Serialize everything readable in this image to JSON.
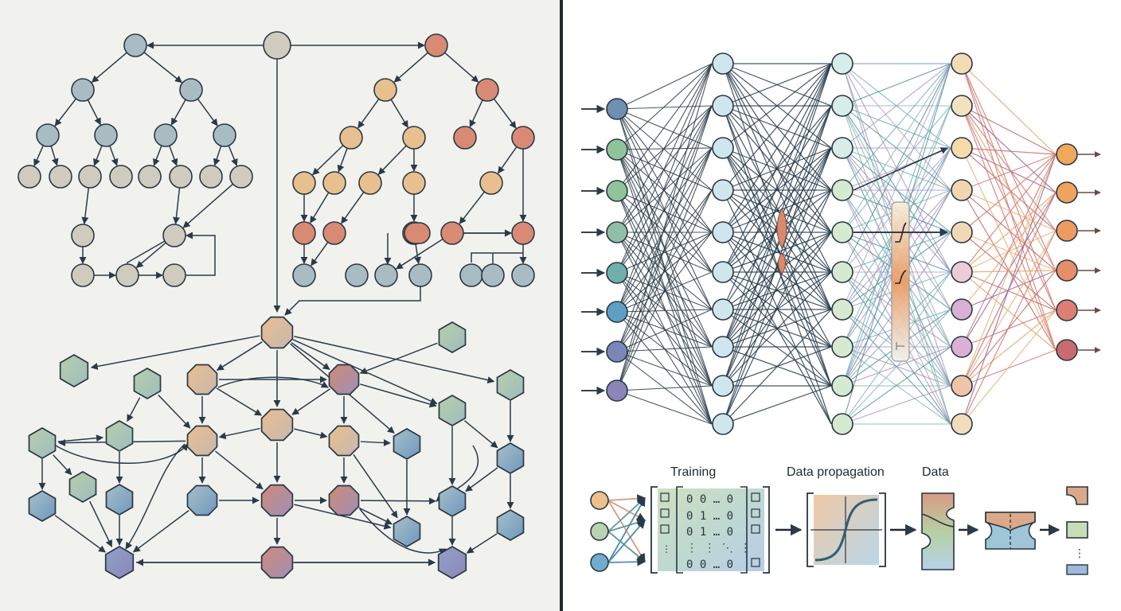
{
  "labels": {
    "training": "Training",
    "data_propagation": "Data propagation",
    "data": "Data"
  },
  "matrix": {
    "rows": [
      "0 0 … 0",
      "0 1 … 0",
      "0 1 … 0",
      "⋮  ⋮  ⋱  ⋮",
      "0 0 … 0"
    ]
  },
  "colors": {
    "left_bg": "#f1f2ee",
    "divider": "#1d2a33",
    "edge_dark": "#2a3a48",
    "node_stroke": "#2b3742",
    "blue_grey": "#a9bcc4",
    "grey": "#cfcbbf",
    "peach": "#e8c08f",
    "salmon": "#d98a74",
    "green": "#a9c4a8",
    "light_blue": "#cfe6ee",
    "orange": "#eaa061",
    "purple": "#8f8bb8",
    "teal": "#6fb0ad",
    "pink": "#d8a8c4"
  }
}
